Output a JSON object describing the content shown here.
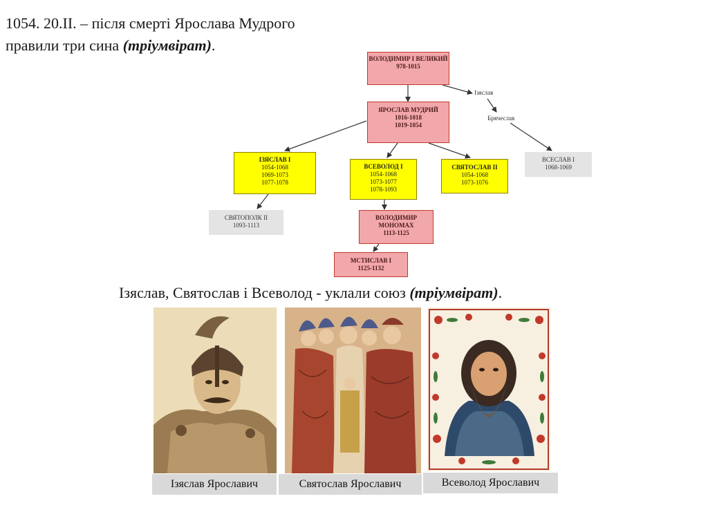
{
  "header": {
    "line1": "1054. 20.II. – після смерті Ярослава Мудрого",
    "line2_prefix": "правили три сина ",
    "line2_italic": "(тріумвірат)",
    "line2_suffix": "."
  },
  "tree": {
    "volodymyr1": {
      "name": "ВОЛОДИМИР І ВЕЛИКИЙ",
      "dates": [
        "978-1015"
      ]
    },
    "yaroslav": {
      "name": "ЯРОСЛАВ МУДРИЙ",
      "dates": [
        "1016-1018",
        "1019-1054"
      ]
    },
    "izyaslav": {
      "name": "ІЗЯСЛАВ І",
      "dates": [
        "1054-1068",
        "1069-1073",
        "1077-1078"
      ]
    },
    "vsevolod": {
      "name": "ВСЕВОЛОД І",
      "dates": [
        "1054-1068",
        "1073-1077",
        "1078-1093"
      ]
    },
    "svyatoslav": {
      "name": "СВЯТОСЛАВ ІІ",
      "dates": [
        "1054-1068",
        "1073-1076"
      ]
    },
    "vseslav": {
      "name": "ВСЕСЛАВ І",
      "dates": [
        "1068-1069"
      ]
    },
    "svyatopolk": {
      "name": "СВЯТОПОЛК ІІ",
      "dates": [
        "1093-1113"
      ]
    },
    "monomakh": {
      "name": "ВОЛОДИМИР МОНОМАХ",
      "dates": [
        "1113-1125"
      ]
    },
    "mstyslav": {
      "name": "МСТИСЛАВ І",
      "dates": [
        "1125-1132"
      ]
    },
    "label_izyaslav": "Ізяслав",
    "label_bryacheslav": "Брячеслав"
  },
  "caption": {
    "prefix": "Ізяслав, Святослав і Всеволод - уклали союз ",
    "italic": "(тріумвірат)",
    "suffix": "."
  },
  "portraits": [
    {
      "label": "Ізяслав Ярославич"
    },
    {
      "label": "Святослав Ярославич"
    },
    {
      "label": "Всеволод Ярославич"
    }
  ],
  "colors": {
    "pink": "#f2a7aa",
    "yellow": "#ffff00",
    "gray": "#e4e4e4"
  }
}
